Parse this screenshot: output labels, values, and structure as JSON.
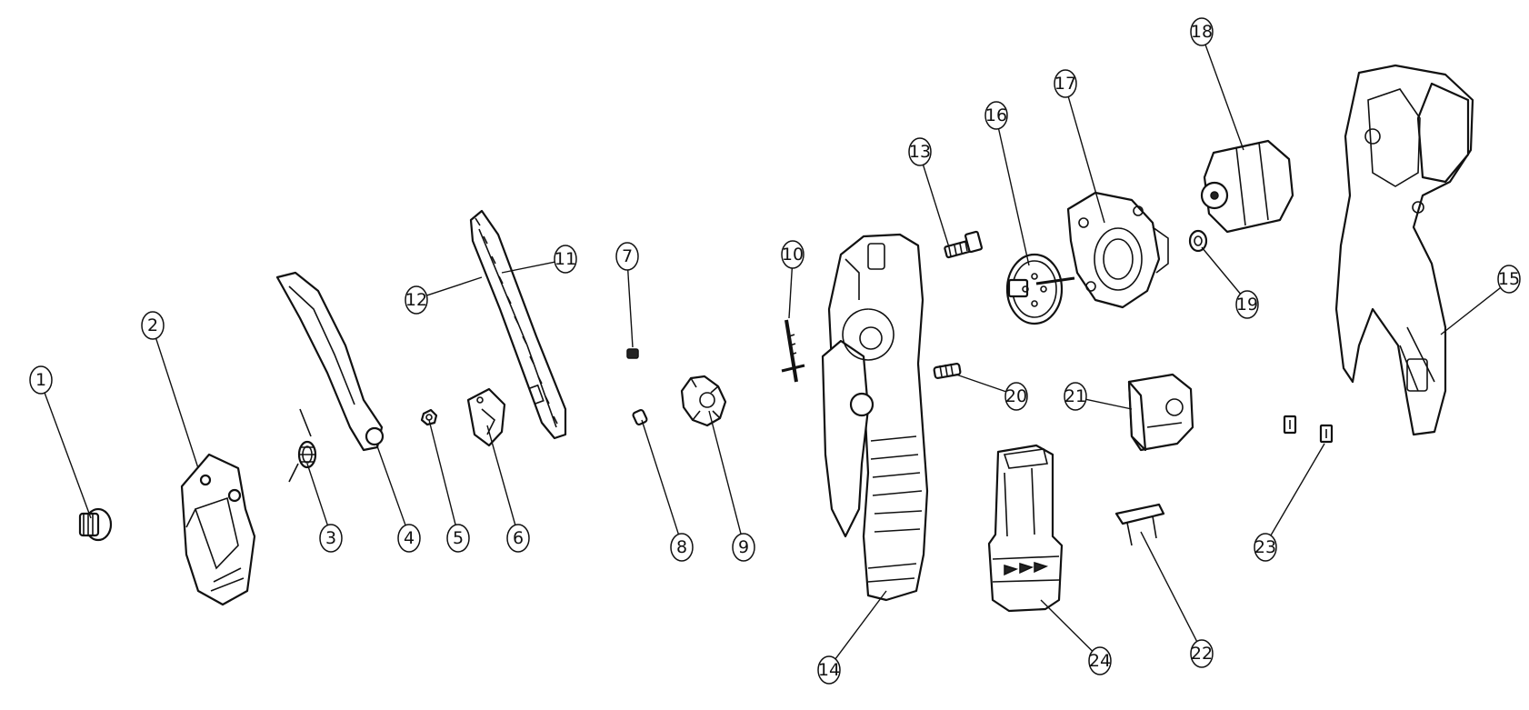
{
  "diagram": {
    "type": "exploded-parts-view",
    "line_color": "#111111",
    "background": "#ffffff",
    "callouts": [
      {
        "id": "1",
        "label": "1"
      },
      {
        "id": "2",
        "label": "2"
      },
      {
        "id": "3",
        "label": "3"
      },
      {
        "id": "4",
        "label": "4"
      },
      {
        "id": "5",
        "label": "5"
      },
      {
        "id": "6",
        "label": "6"
      },
      {
        "id": "7",
        "label": "7"
      },
      {
        "id": "8",
        "label": "8"
      },
      {
        "id": "9",
        "label": "9"
      },
      {
        "id": "10",
        "label": "10"
      },
      {
        "id": "11",
        "label": "11"
      },
      {
        "id": "12",
        "label": "12"
      },
      {
        "id": "13",
        "label": "13"
      },
      {
        "id": "14",
        "label": "14"
      },
      {
        "id": "15",
        "label": "15"
      },
      {
        "id": "16",
        "label": "16"
      },
      {
        "id": "17",
        "label": "17"
      },
      {
        "id": "18",
        "label": "18"
      },
      {
        "id": "19",
        "label": "19"
      },
      {
        "id": "20",
        "label": "20"
      },
      {
        "id": "21",
        "label": "21"
      },
      {
        "id": "22",
        "label": "22"
      },
      {
        "id": "23",
        "label": "23"
      },
      {
        "id": "24",
        "label": "24"
      }
    ]
  }
}
